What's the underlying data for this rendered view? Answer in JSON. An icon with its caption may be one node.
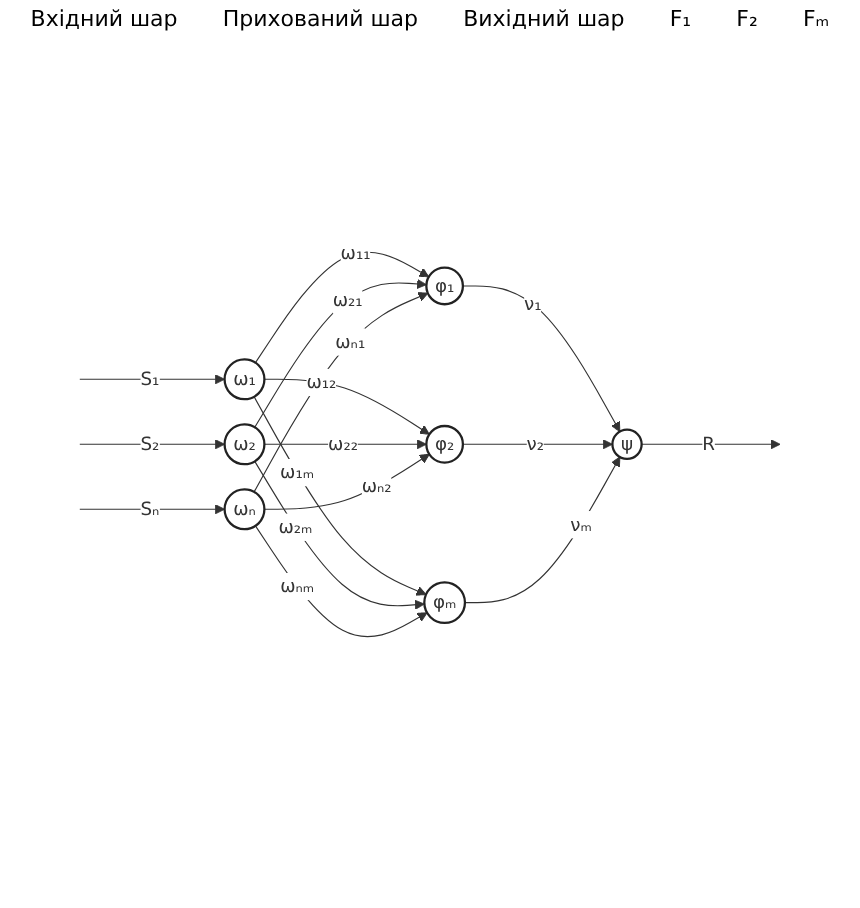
{
  "diagram": {
    "nodes": [
      {
        "text": [
          "ω₁"
        ]
      },
      {
        "text": [
          "ω₂"
        ]
      },
      {
        "text": [
          "ωₙ"
        ]
      },
      {
        "text": [
          "φ₁"
        ]
      },
      {
        "text": [
          "φ₂"
        ]
      },
      {
        "text": [
          "φₘ"
        ]
      },
      {
        "text": [
          "ψ"
        ]
      }
    ],
    "edges": [
      {
        "from": null,
        "to": 0,
        "arrow": "to",
        "label": "S₁"
      },
      {
        "from": null,
        "to": 1,
        "arrow": "to",
        "label": "S₂"
      },
      {
        "from": null,
        "to": 2,
        "arrow": "to",
        "label": "Sₙ"
      },
      {
        "from": 0,
        "to": 3,
        "arrow": "to",
        "label": "ω₁₁"
      },
      {
        "from": 0,
        "to": 4,
        "arrow": "to",
        "label": "ω₁₂"
      },
      {
        "from": 0,
        "to": 5,
        "arrow": "to",
        "label": "ω₁ₘ"
      },
      {
        "from": 1,
        "to": 3,
        "arrow": "to",
        "label": "ω₂₁"
      },
      {
        "from": 1,
        "to": 4,
        "arrow": "to",
        "label": "ω₂₂"
      },
      {
        "from": 1,
        "to": 5,
        "arrow": "to",
        "label": "ω₂ₘ"
      },
      {
        "from": 2,
        "to": 3,
        "arrow": "to",
        "label": "ωₙ₁"
      },
      {
        "from": 2,
        "to": 4,
        "arrow": "to",
        "label": "ωₙ₂"
      },
      {
        "from": 2,
        "to": 5,
        "arrow": "to",
        "label": "ωₙₘ"
      },
      {
        "from": 3,
        "to": 6,
        "arrow": "to",
        "label": "ν₁"
      },
      {
        "from": 4,
        "to": 6,
        "arrow": "to",
        "label": "ν₂"
      },
      {
        "from": 5,
        "to": 6,
        "arrow": "to",
        "label": "νₘ"
      },
      {
        "from": 6,
        "to": null,
        "arrow": "to",
        "label": "R"
      }
    ],
    "labels": [
      "Вхідний шар",
      "Прихований шар",
      "Вихідний шар",
      "F₁",
      "F₂",
      "Fₘ"
    ]
  }
}
